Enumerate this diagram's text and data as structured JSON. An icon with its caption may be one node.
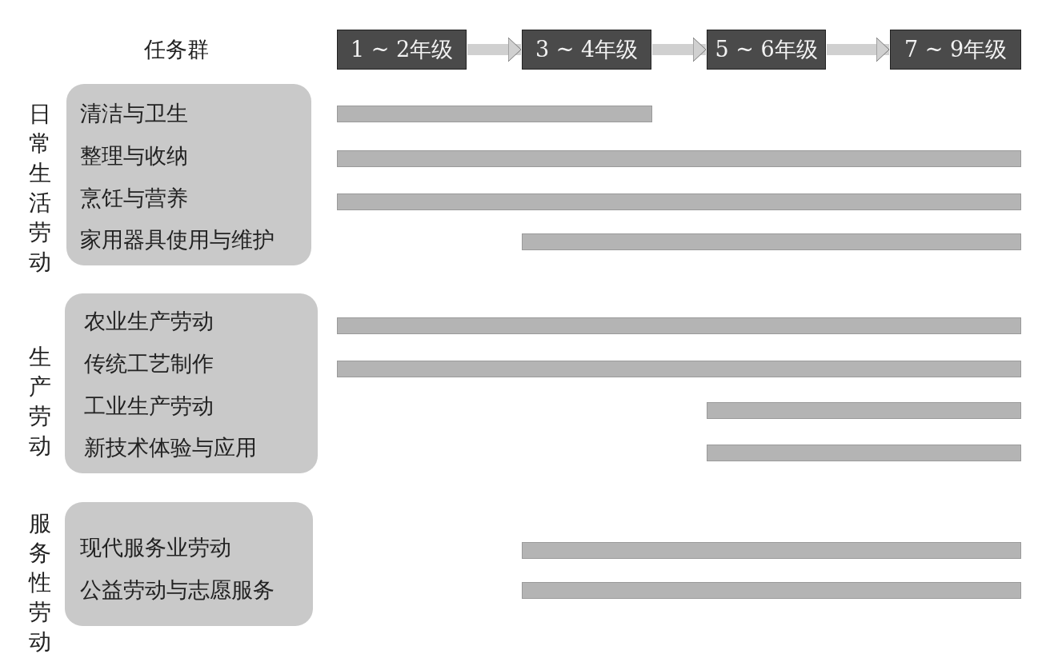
{
  "diagram": {
    "nodes": [
      {
        "text": [
          "1 ~ 2年级"
        ]
      },
      {
        "text": [
          "3 ~ 4年级"
        ]
      },
      {
        "text": [
          "5 ~ 6年级"
        ]
      },
      {
        "text": [
          "7 ~ 9年级"
        ]
      },
      {
        "text": [
          "日常生活劳动",
          "清洁与卫生",
          "整理与收纳",
          "烹饪与营养",
          "家用器具使用与维护"
        ]
      },
      {
        "text": [
          "生产劳动",
          "农业生产劳动",
          "传统工艺制作",
          "工业生产劳动",
          "新技术体验与应用"
        ]
      },
      {
        "text": [
          "服务性劳动",
          "现代服务业劳动",
          "公益劳动与志愿服务"
        ]
      },
      {
        "text": [],
        "shape": "bar"
      },
      {
        "text": [],
        "shape": "bar"
      },
      {
        "text": [],
        "shape": "bar"
      },
      {
        "text": [],
        "shape": "bar"
      },
      {
        "text": [],
        "shape": "bar"
      },
      {
        "text": [],
        "shape": "bar"
      },
      {
        "text": [],
        "shape": "bar"
      },
      {
        "text": [],
        "shape": "bar"
      },
      {
        "text": [],
        "shape": "bar"
      },
      {
        "text": [],
        "shape": "bar"
      }
    ],
    "edges": [
      {
        "from": 0,
        "to": 1,
        "arrow": "to"
      },
      {
        "from": 1,
        "to": 2,
        "arrow": "to"
      },
      {
        "from": 2,
        "to": 3,
        "arrow": "to"
      }
    ],
    "labels": [
      "任务群"
    ]
  }
}
